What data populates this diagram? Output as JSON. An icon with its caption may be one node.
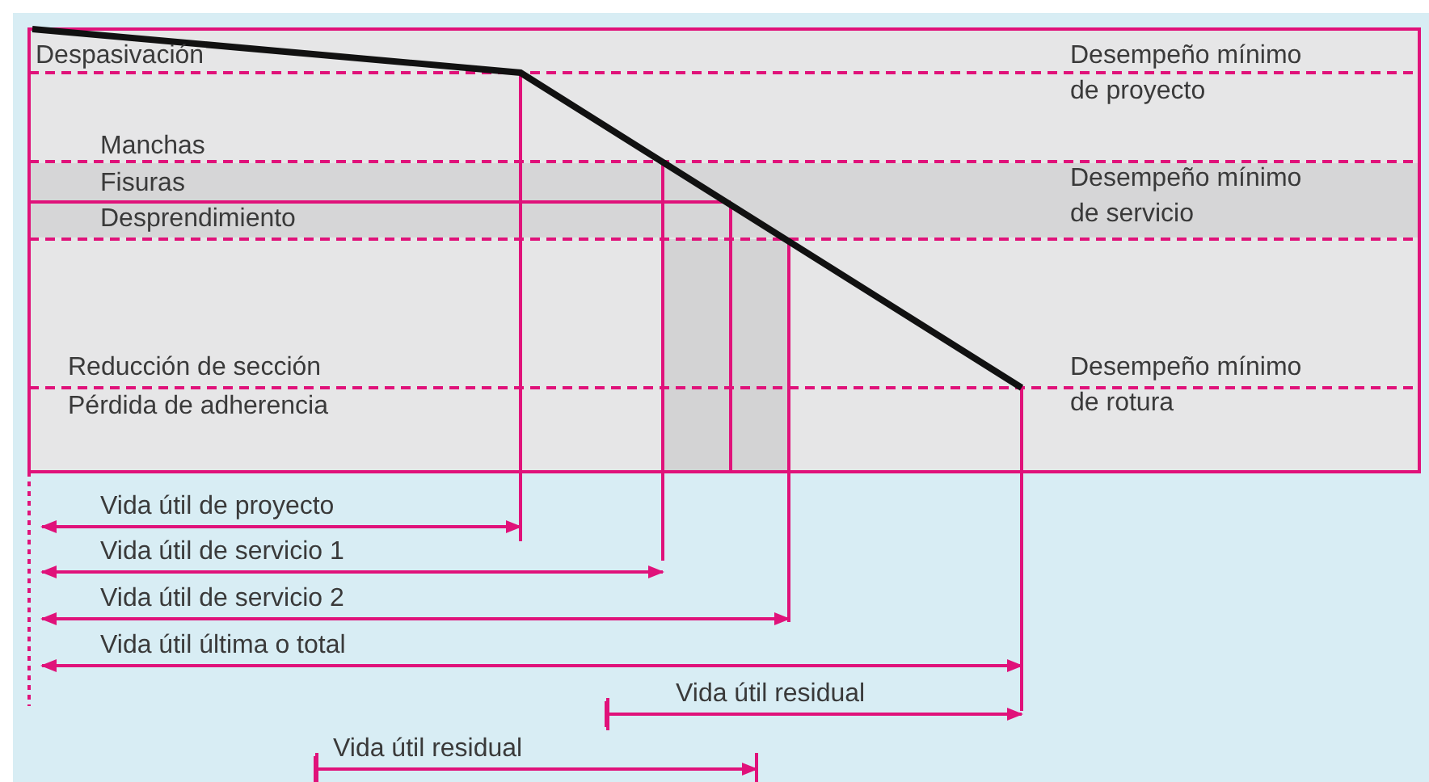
{
  "diagram": {
    "labels": [
      "Despasivación",
      "Desempeño mínimo de proyecto",
      "Manchas",
      "Fisuras",
      "Desempeño mínimo de servicio",
      "Desprendimiento",
      "Reducción de sección",
      "Desempeño mínimo de rotura",
      "Pérdida de adherencia",
      "Vida útil de proyecto",
      "Vida útil de servicio 1",
      "Vida útil de servicio 2",
      "Vida útil última o total",
      "Vida útil residual",
      "Vida útil residual"
    ]
  }
}
